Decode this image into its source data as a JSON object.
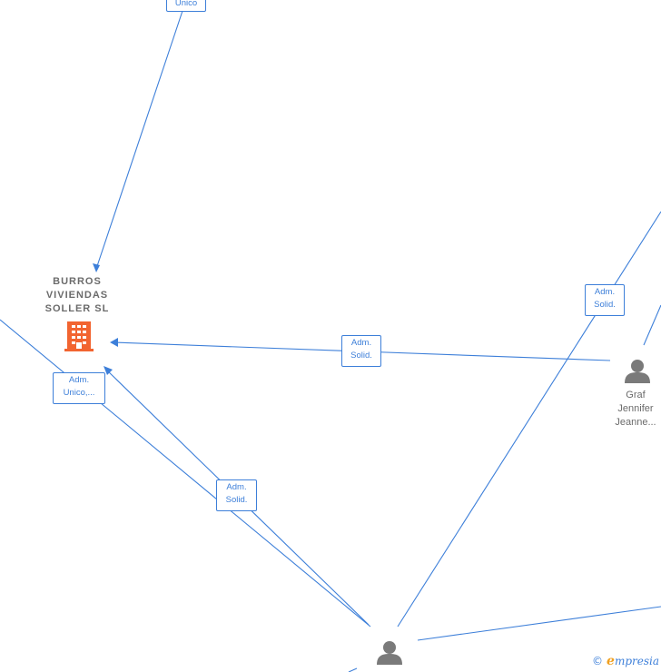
{
  "company": {
    "name_lines": [
      "BURROS",
      "VIVIENDAS",
      "SOLLER  SL"
    ],
    "icon": "building-icon",
    "color": "#f26430"
  },
  "persons": {
    "graf": {
      "name_lines": [
        "Graf",
        "Jennifer",
        "Jeanne..."
      ],
      "icon": "person-icon"
    },
    "bottom": {
      "icon": "person-icon"
    }
  },
  "edge_labels": {
    "top": [
      "Unico"
    ],
    "adm_unico": [
      "Adm.",
      "Unico,..."
    ],
    "adm_solid_mid": [
      "Adm.",
      "Solid."
    ],
    "adm_solid_right": [
      "Adm.",
      "Solid."
    ],
    "adm_solid_lower": [
      "Adm.",
      "Solid."
    ]
  },
  "colors": {
    "edge": "#3d7fd9",
    "person": "#7a7a7a",
    "company": "#f26430"
  },
  "watermark": {
    "symbol": "©",
    "initial": "e",
    "text": "mpresia"
  }
}
